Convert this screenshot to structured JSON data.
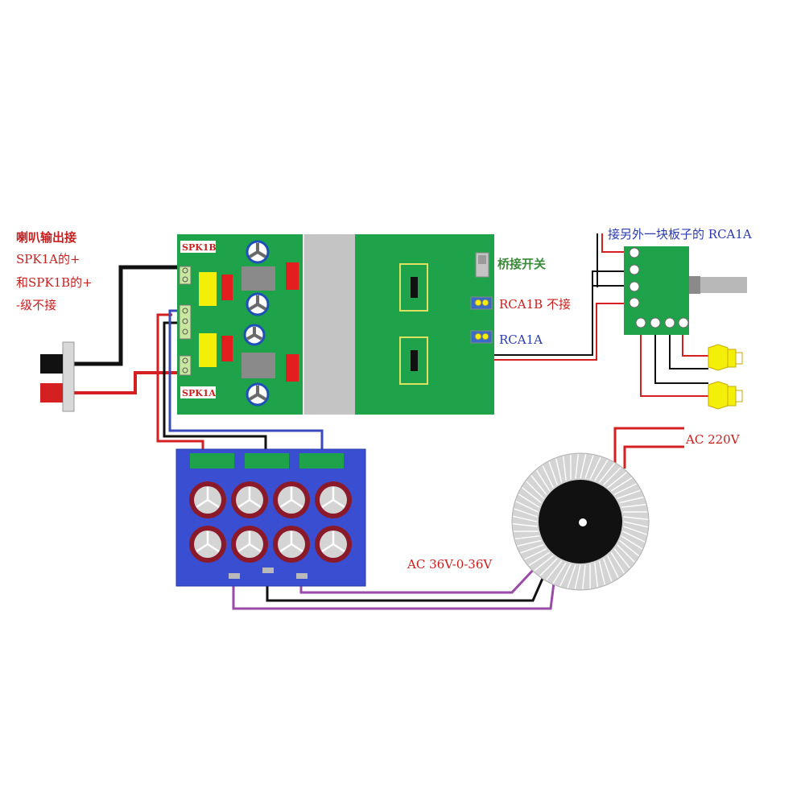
{
  "labels": {
    "speaker_note": [
      "喇叭输出接",
      "SPK1A的+",
      "和SPK1B的+",
      "-级不接"
    ],
    "spk1b": "SPK1B",
    "spk1a": "SPK1A",
    "bridge_switch": "桥接开关",
    "rca1b": "RCA1B 不接",
    "rca1a": "RCA1A",
    "other_board": "接另外一块板子的 RCA1A",
    "ac_mains": "AC 220V",
    "ac_secondary": "AC 36V-0-36V"
  },
  "colors": {
    "pcb": "#1fa34a",
    "heatsink": "#c4c4c4",
    "psu_board": "#3a4ed1",
    "wire_black": "#111111",
    "wire_red": "#d42020",
    "wire_blue": "#3a4ab8",
    "wire_purple": "#9a4aa8",
    "label_red": "#c81e1e",
    "label_green": "#3a8a3a",
    "label_blue": "#2a3ab0"
  }
}
